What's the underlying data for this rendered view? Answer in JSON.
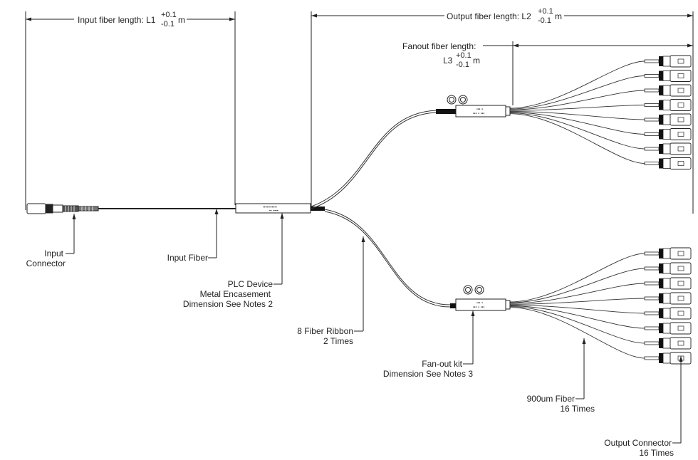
{
  "dimensions": {
    "input_length": {
      "text": "Input fiber length: L1",
      "tol_plus": "+0.1",
      "tol_minus": "-0.1",
      "unit": "m"
    },
    "output_length": {
      "text": "Output fiber length: L2",
      "tol_plus": "+0.1",
      "tol_minus": "-0.1",
      "unit": "m"
    },
    "fanout_length": {
      "line1": "Fanout fiber length:",
      "line2": "L3",
      "tol_plus": "+0.1",
      "tol_minus": "-0.1",
      "unit": "m"
    }
  },
  "callouts": {
    "input_connector": [
      "Input",
      "Connector"
    ],
    "input_fiber": [
      "Input Fiber"
    ],
    "plc_device": [
      "PLC Device",
      "Metal Encasement",
      "Dimension See Notes 2"
    ],
    "fiber_ribbon": [
      "8 Fiber Ribbon",
      "2 Times"
    ],
    "fanout_kit": [
      "Fan-out kit",
      "Dimension See Notes 3"
    ],
    "fiber_900um": [
      "900um Fiber",
      "16 Times"
    ],
    "output_connector": [
      "Output Connector",
      "16 Times"
    ]
  },
  "device_marks": {
    "plc_line1": "▪▪▪▪▪▪▪▪▪▪▪",
    "plc_line2": "▪▪ ▪▪▪▪",
    "kit_line1": "▪▪▪ ▪",
    "kit_line2": "▪▪▪ ▪ ▪▪▪"
  },
  "colors": {
    "line": "#222222",
    "fill": "#ffffff",
    "dark": "#111111"
  }
}
